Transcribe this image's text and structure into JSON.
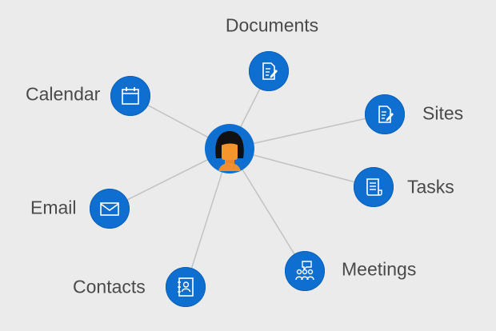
{
  "diagram": {
    "hub": {
      "icon": "person-avatar-icon"
    },
    "nodes": [
      {
        "id": "documents",
        "label": "Documents",
        "icon": "document-edit-icon"
      },
      {
        "id": "calendar",
        "label": "Calendar",
        "icon": "calendar-icon"
      },
      {
        "id": "sites",
        "label": "Sites",
        "icon": "document-edit-icon"
      },
      {
        "id": "tasks",
        "label": "Tasks",
        "icon": "task-list-icon"
      },
      {
        "id": "email",
        "label": "Email",
        "icon": "envelope-icon"
      },
      {
        "id": "meetings",
        "label": "Meetings",
        "icon": "people-chat-icon"
      },
      {
        "id": "contacts",
        "label": "Contacts",
        "icon": "contact-book-icon"
      }
    ]
  },
  "colors": {
    "node": "#0f6fd1",
    "link": "#c2c2c2",
    "label": "#4a4a4a",
    "background": "#ebebeb"
  }
}
